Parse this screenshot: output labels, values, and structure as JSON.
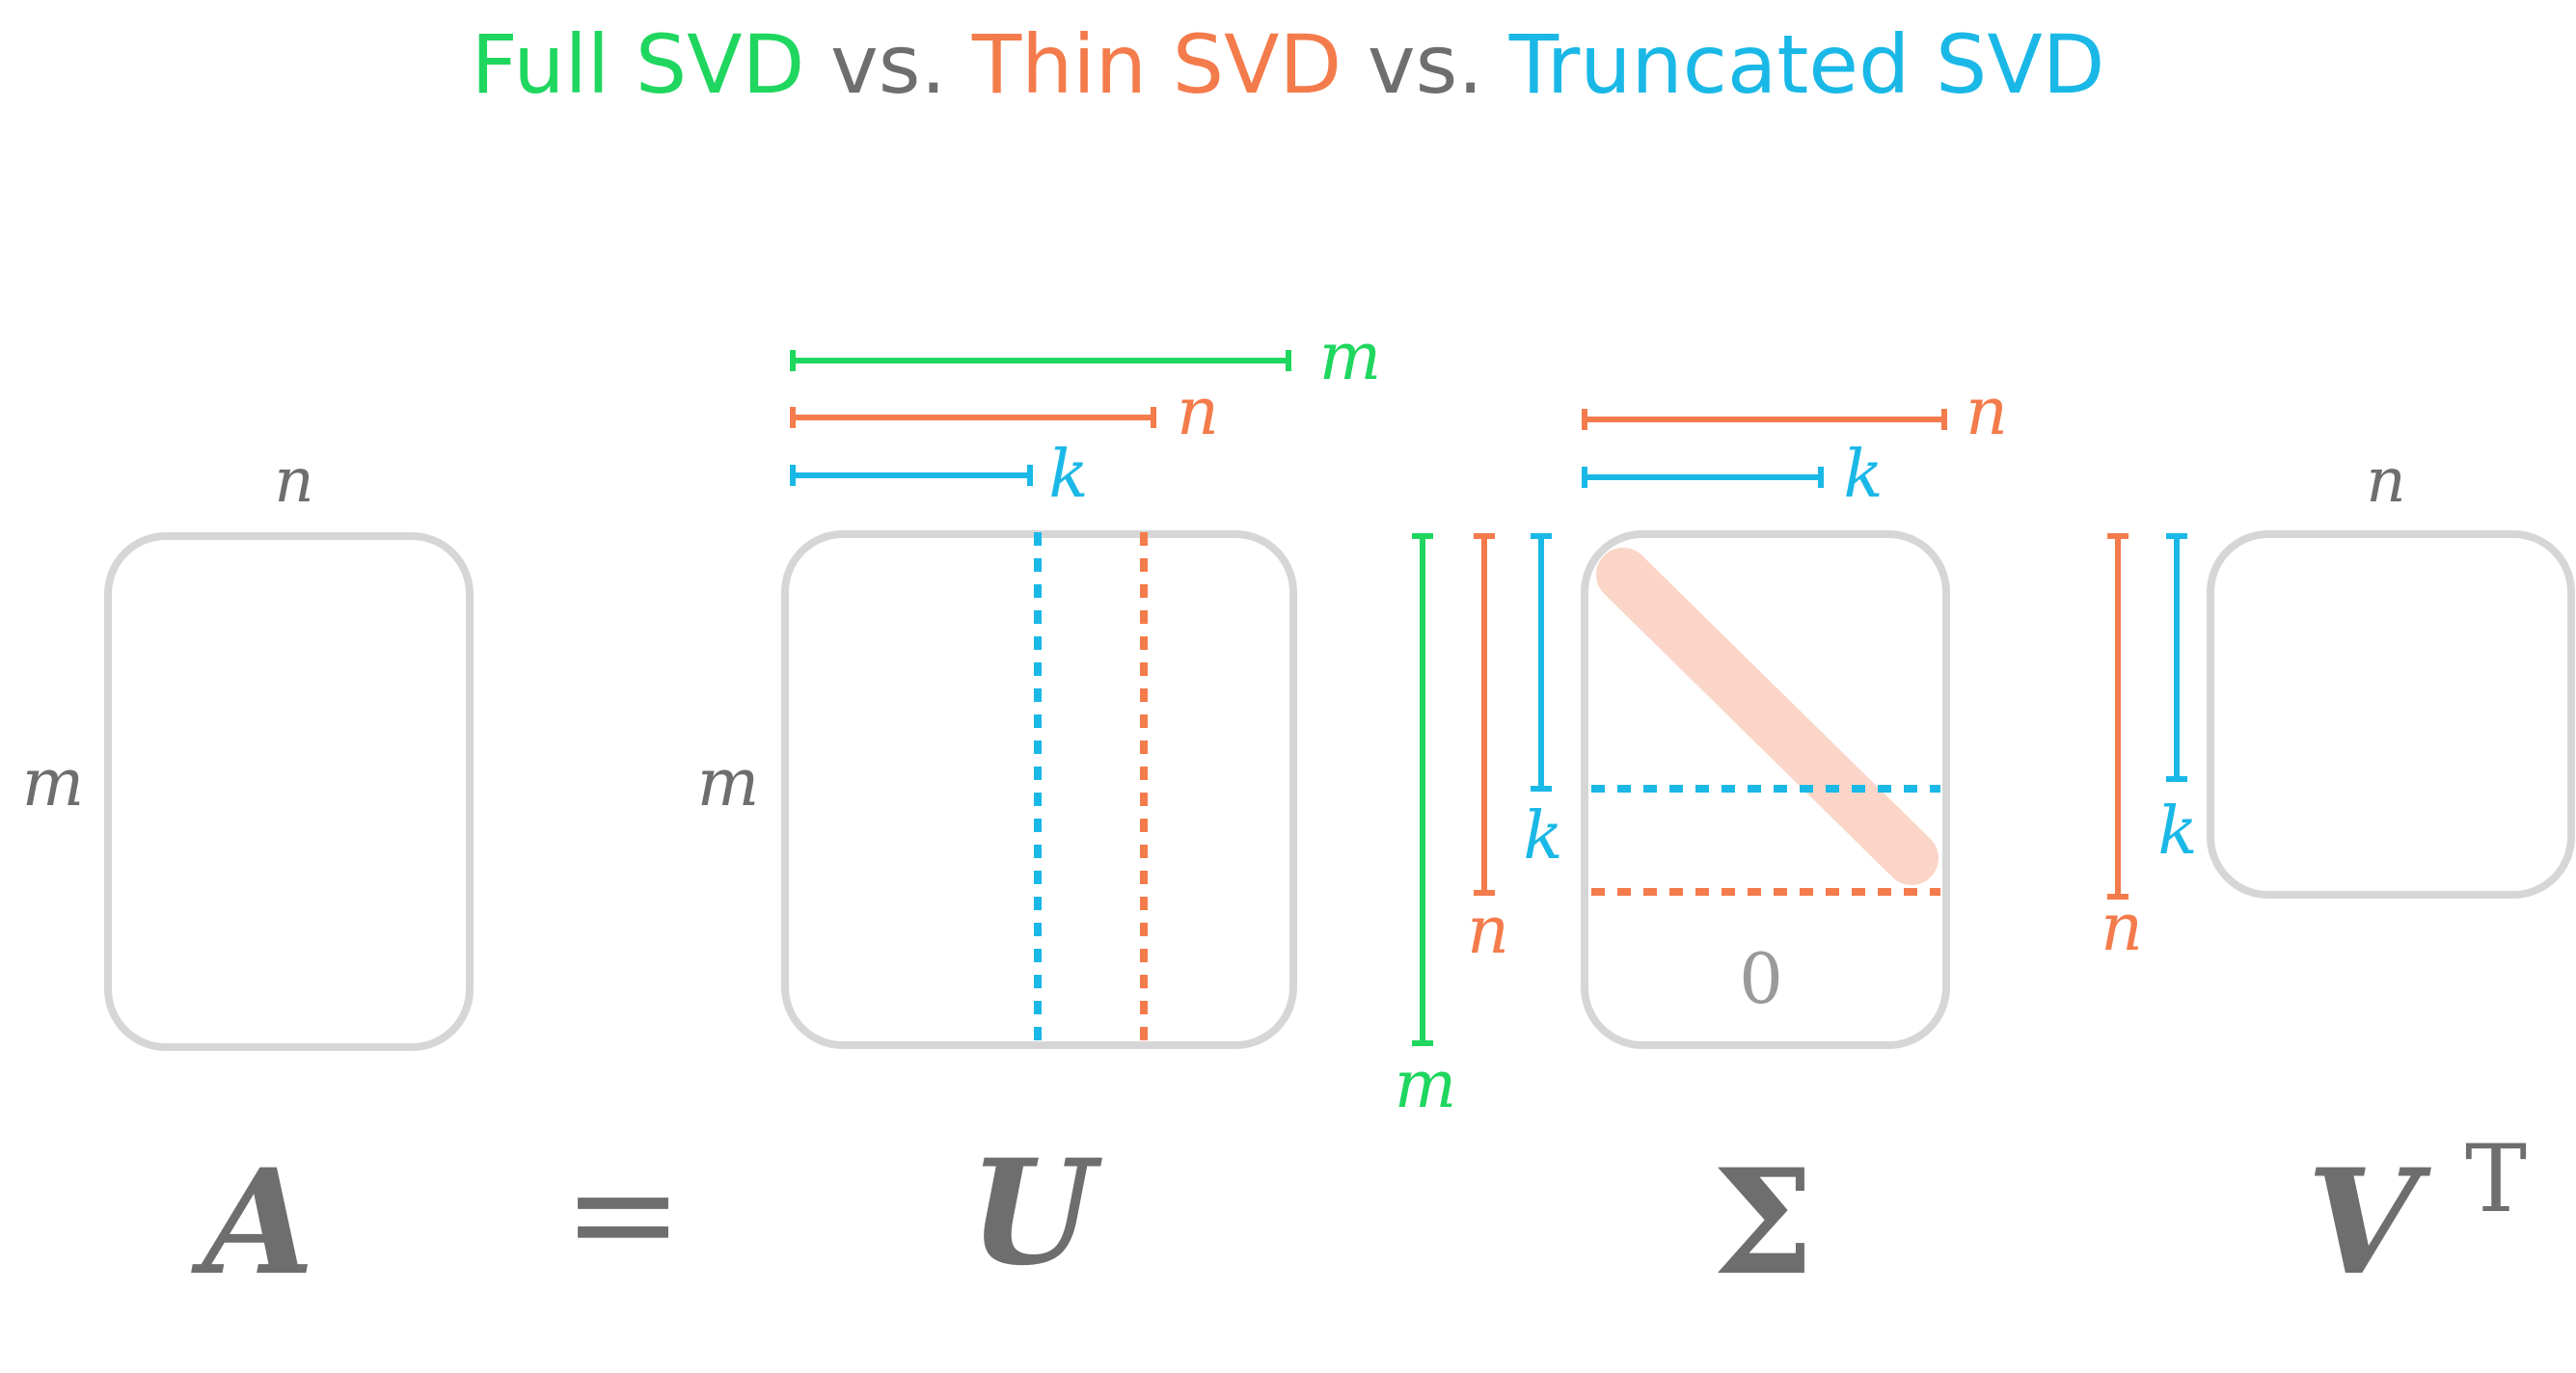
{
  "title": {
    "full": "Full SVD",
    "vs1": " vs. ",
    "thin": "Thin SVD",
    "vs2": " vs. ",
    "trunc": "Truncated SVD"
  },
  "colors": {
    "full": "#1fd65f",
    "thin": "#f47b4b",
    "trunc": "#1ab8e6",
    "gray": "#6e6e6e",
    "box": "#d6d6d6",
    "diag": "#fbd6c8",
    "zero": "#9a9a9a"
  },
  "labels": {
    "A_n": "n",
    "A_m": "m",
    "U_m_left": "m",
    "U_top_m": "m",
    "U_top_n": "n",
    "U_top_k": "k",
    "S_top_n": "n",
    "S_top_k": "k",
    "S_left_m": "m",
    "S_left_n": "n",
    "S_left_k": "k",
    "S_zero": "0",
    "V_n": "n",
    "V_left_n": "n",
    "V_left_k": "k"
  },
  "symbols": {
    "A": "A",
    "equals": "=",
    "U": "U",
    "Sigma": "Σ",
    "V": "V",
    "T": "T"
  }
}
